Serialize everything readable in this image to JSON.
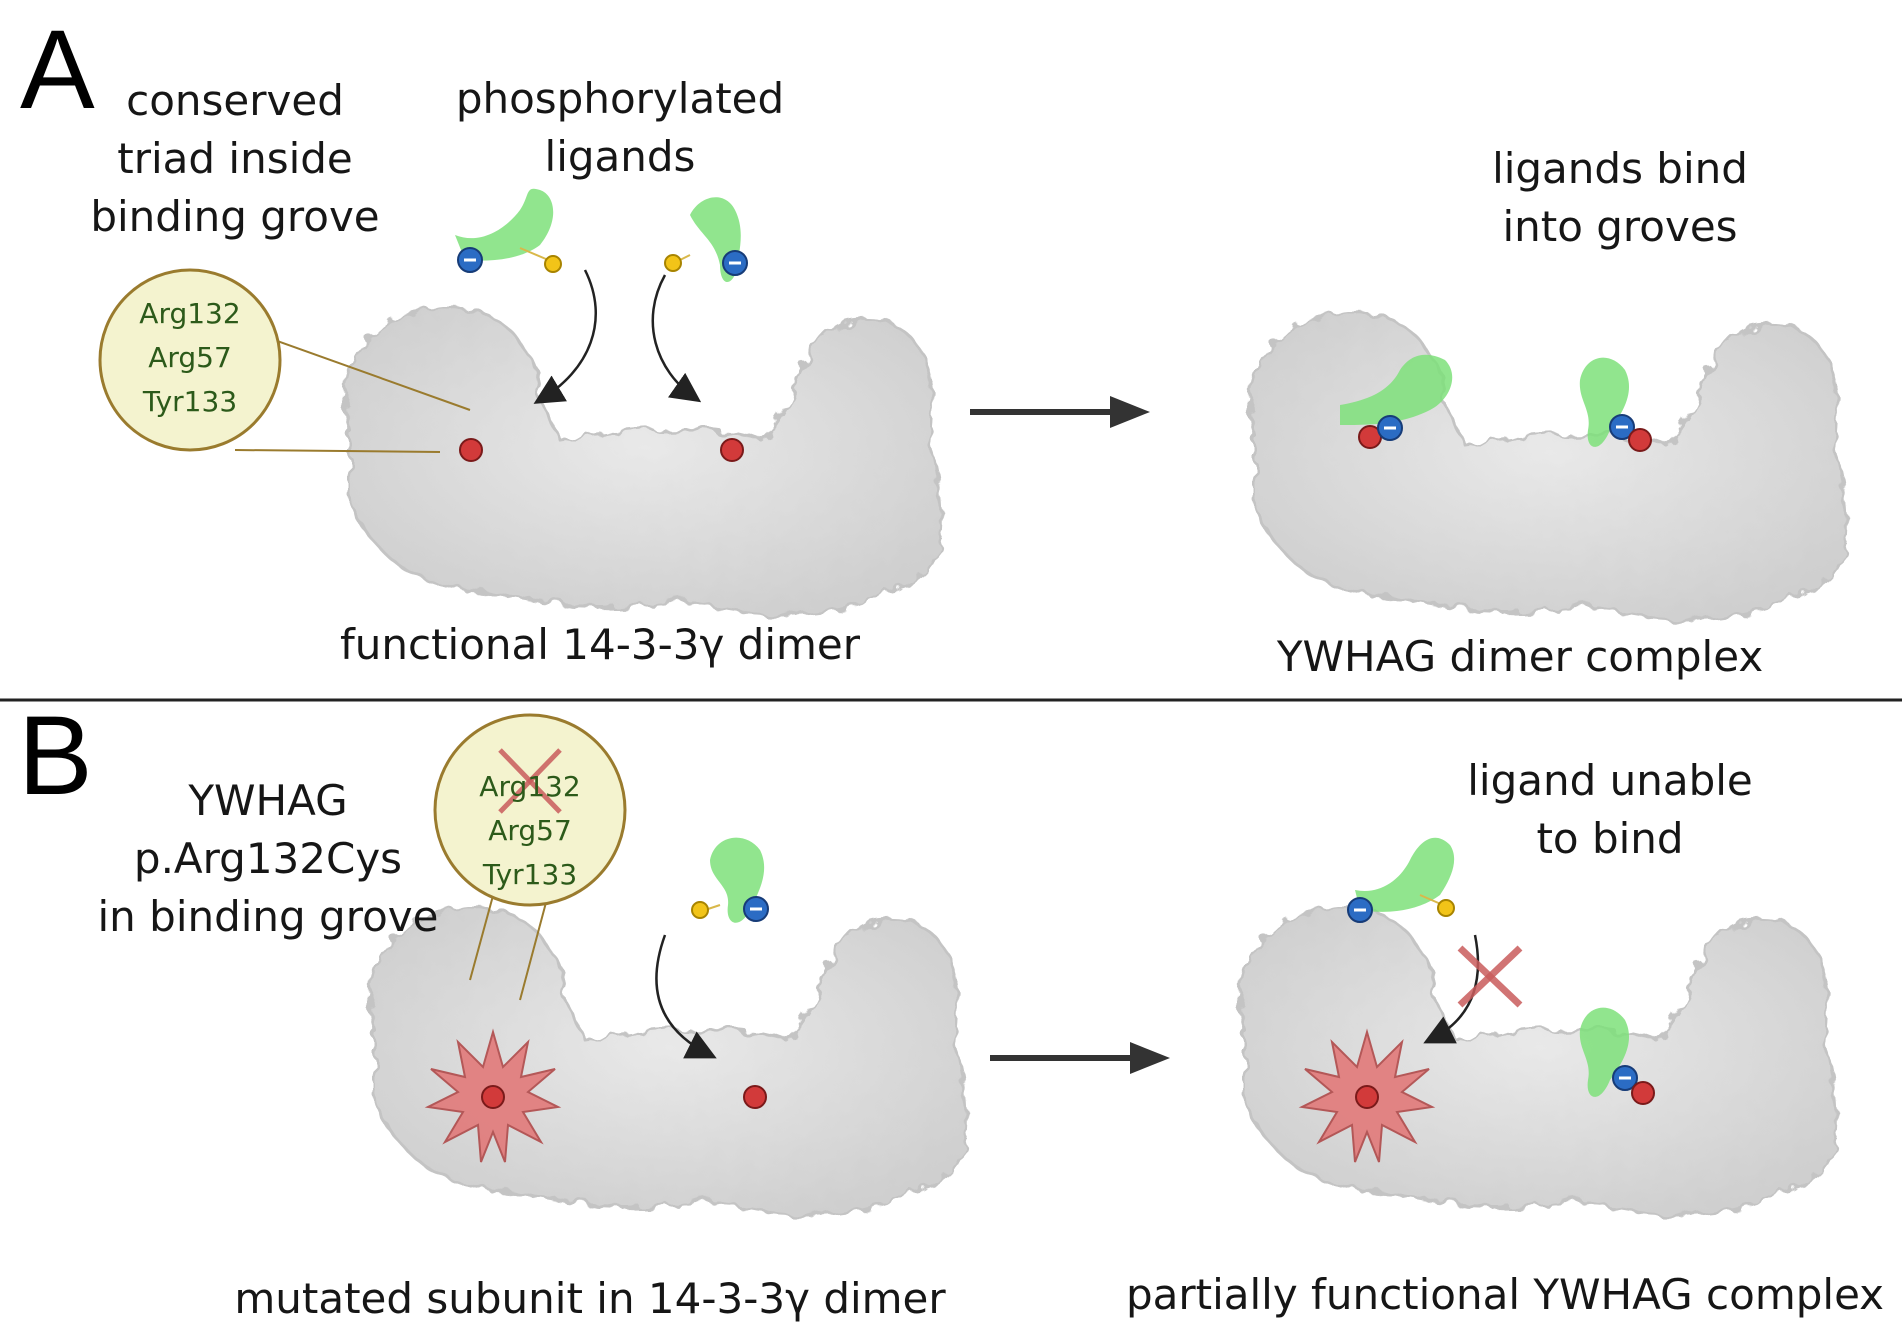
{
  "panel_a": {
    "letter": "A",
    "triad_label": [
      "conserved",
      "triad inside",
      "binding grove"
    ],
    "ligands_label": [
      "phosphorylated",
      "ligands"
    ],
    "zoom_residues": [
      "Arg132",
      "Arg57",
      "Tyr133"
    ],
    "left_caption": "functional 14-3-3γ dimer",
    "right_top_label": [
      "ligands bind",
      "into groves"
    ],
    "right_caption": "YWHAG dimer complex"
  },
  "panel_b": {
    "letter": "B",
    "variant_label": [
      "YWHAG",
      "p.Arg132Cys",
      "in binding grove"
    ],
    "zoom_residues": [
      "Arg132",
      "Arg57",
      "Tyr133"
    ],
    "left_caption": "mutated subunit in 14-3-3γ dimer",
    "right_top_label": [
      "ligand unable",
      "to bind"
    ],
    "right_caption": "partially functional YWHAG complex"
  },
  "colors": {
    "protein": "#d7d7d7",
    "ligand": "#7ee07a",
    "negative_charge": "#2b6cc4",
    "positive_charge": "#d23a3a",
    "phosphate": "#f2c418",
    "zoom_fill": "#f4f3cf",
    "zoom_border": "#9a7b2e",
    "mutation": "#e27a7a",
    "cross": "#c95c5c",
    "arrow": "#333333"
  },
  "icons": [
    "protein-dimer-icon",
    "ligand-icon",
    "charge-minus-icon",
    "charge-plus-icon",
    "phosphate-icon",
    "mutation-star-icon",
    "cross-icon",
    "process-arrow-icon"
  ]
}
